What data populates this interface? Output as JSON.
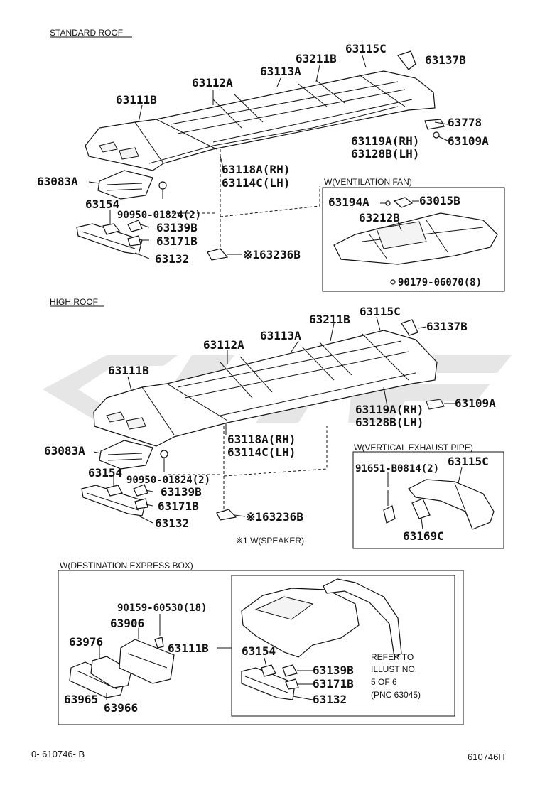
{
  "sections": {
    "standard": "STANDARD ROOF",
    "high": "HIGH ROOF",
    "vent": "W(VENTILATION FAN)",
    "exhaust": "W(VERTICAL EXHAUST PIPE)",
    "destination": "W(DESTINATION EXPRESS BOX)"
  },
  "standard_labels": {
    "p63115C": "63115C",
    "p63137B": "63137B",
    "p63211B": "63211B",
    "p63113A": "63113A",
    "p63112A": "63112A",
    "p63111B": "63111B",
    "p63778": "63778",
    "p63119A": "63119A(RH)",
    "p63109A": "63109A",
    "p63128B": "63128B(LH)",
    "p63118A": "63118A(RH)",
    "p63114C": "63114C(LH)",
    "p63083A": "63083A",
    "p63154": "63154",
    "p90950": "90950-01824(2)",
    "p63139B": "63139B",
    "p63171B": "63171B",
    "p63132": "63132",
    "p63236B": "※163236B"
  },
  "vent_labels": {
    "p63194A": "63194A",
    "p63015B": "63015B",
    "p63212B": "63212B",
    "p90179": "90179-06070(8)"
  },
  "high_labels": {
    "p63115C": "63115C",
    "p63211B": "63211B",
    "p63137B": "63137B",
    "p63113A": "63113A",
    "p63112A": "63112A",
    "p63111B": "63111B",
    "p63109A": "63109A",
    "p63119A": "63119A(RH)",
    "p63128B": "63128B(LH)",
    "p63118A": "63118A(RH)",
    "p63114C": "63114C(LH)",
    "p63083A": "63083A",
    "p63154": "63154",
    "p90950": "90950-01824(2)",
    "p63139B": "63139B",
    "p63171B": "63171B",
    "p63132": "63132",
    "p63236B": "※163236B",
    "speaker_note": "※1 W(SPEAKER)"
  },
  "exhaust_labels": {
    "p91651": "91651-B0814(2)",
    "p63115C": "63115C",
    "p63169C": "63169C"
  },
  "destination_labels": {
    "p90159": "90159-60530(18)",
    "p63906": "63906",
    "p63976": "63976",
    "p63111B": "63111B",
    "p63965": "63965",
    "p63966": "63966",
    "p63154": "63154",
    "p63139B": "63139B",
    "p63171B": "63171B",
    "p63132": "63132",
    "refer": [
      "REFER TO",
      "ILLUST NO.",
      "5 OF 6",
      "(PNC 63045)"
    ]
  },
  "footer": {
    "left": "0- 610746- B",
    "right": "610746H"
  }
}
